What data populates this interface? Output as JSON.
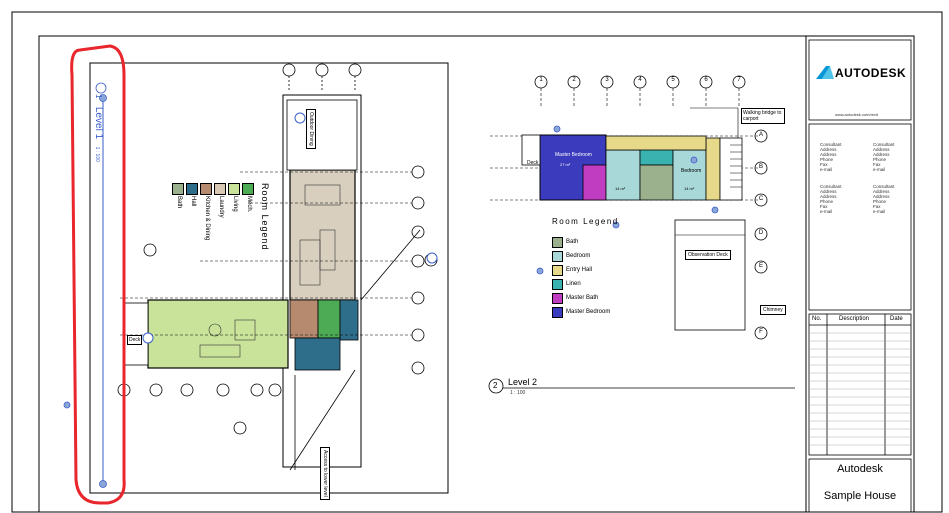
{
  "title_block": {
    "brand": "AUTODESK",
    "url": "www.autodesk.com/revit",
    "consultants": [
      [
        "Consultant",
        "Address",
        "Address",
        "Phone",
        "Fax",
        "e-mail"
      ],
      [
        "Consultant",
        "Address",
        "Address",
        "Phone",
        "Fax",
        "e-mail"
      ],
      [
        "Consultant",
        "Address",
        "Address",
        "Phone",
        "Fax",
        "e-mail"
      ],
      [
        "Consultant",
        "Address",
        "Address",
        "Phone",
        "Fax",
        "e-mail"
      ]
    ],
    "revision_headers": {
      "no": "No.",
      "description": "Description",
      "date": "Date"
    },
    "project_company": "Autodesk",
    "project_name": "Sample House"
  },
  "views": {
    "level1": {
      "label": "Level 1",
      "number": "1",
      "scale": "1 : 100"
    },
    "level2": {
      "label": "Level 2",
      "number": "2",
      "scale": "1 : 100"
    }
  },
  "room_legend_1": {
    "title": "Room Legend",
    "items": [
      {
        "label": "Bath",
        "color": "#9bb08d"
      },
      {
        "label": "Hall",
        "color": "#2f6e8a"
      },
      {
        "label": "Kitchen & Dining",
        "color": "#b58a6e"
      },
      {
        "label": "Laundry",
        "color": "#d9c9b4"
      },
      {
        "label": "Living",
        "color": "#c9e39b"
      },
      {
        "label": "Mech.",
        "color": "#4daa55"
      }
    ]
  },
  "room_legend_2": {
    "title": "Room Legend",
    "items": [
      {
        "label": "Bath",
        "color": "#9bb08d"
      },
      {
        "label": "Bedroom",
        "color": "#a8d8d8"
      },
      {
        "label": "Entry Hall",
        "color": "#e7d98a"
      },
      {
        "label": "Linen",
        "color": "#3ab3b0"
      },
      {
        "label": "Master Bath",
        "color": "#c03cc0"
      },
      {
        "label": "Master Bedroom",
        "color": "#3b3bbd"
      }
    ]
  },
  "annotations": {
    "walking_bridge": "Walking bridge to carport",
    "observation_deck": "Observation Deck",
    "chimney": "Chimney",
    "outdoor_dining": "Outdoor Dining",
    "deck_left": "Deck",
    "deck_upper": "Deck",
    "bedroom": "Bedroom",
    "master_bedroom": "Master Bedroom",
    "area_1": "27 m²",
    "area_2": "14 m²",
    "area_3": "14 m²",
    "lower_note": "Access to lower level"
  },
  "grid_labels_top": [
    "1",
    "2",
    "3",
    "4",
    "5",
    "6",
    "7"
  ],
  "grid_labels_right": [
    "A",
    "B",
    "C",
    "D",
    "E",
    "F"
  ],
  "accent": {
    "highlight": "#e8262b",
    "level_line": "#3a5fc8"
  }
}
